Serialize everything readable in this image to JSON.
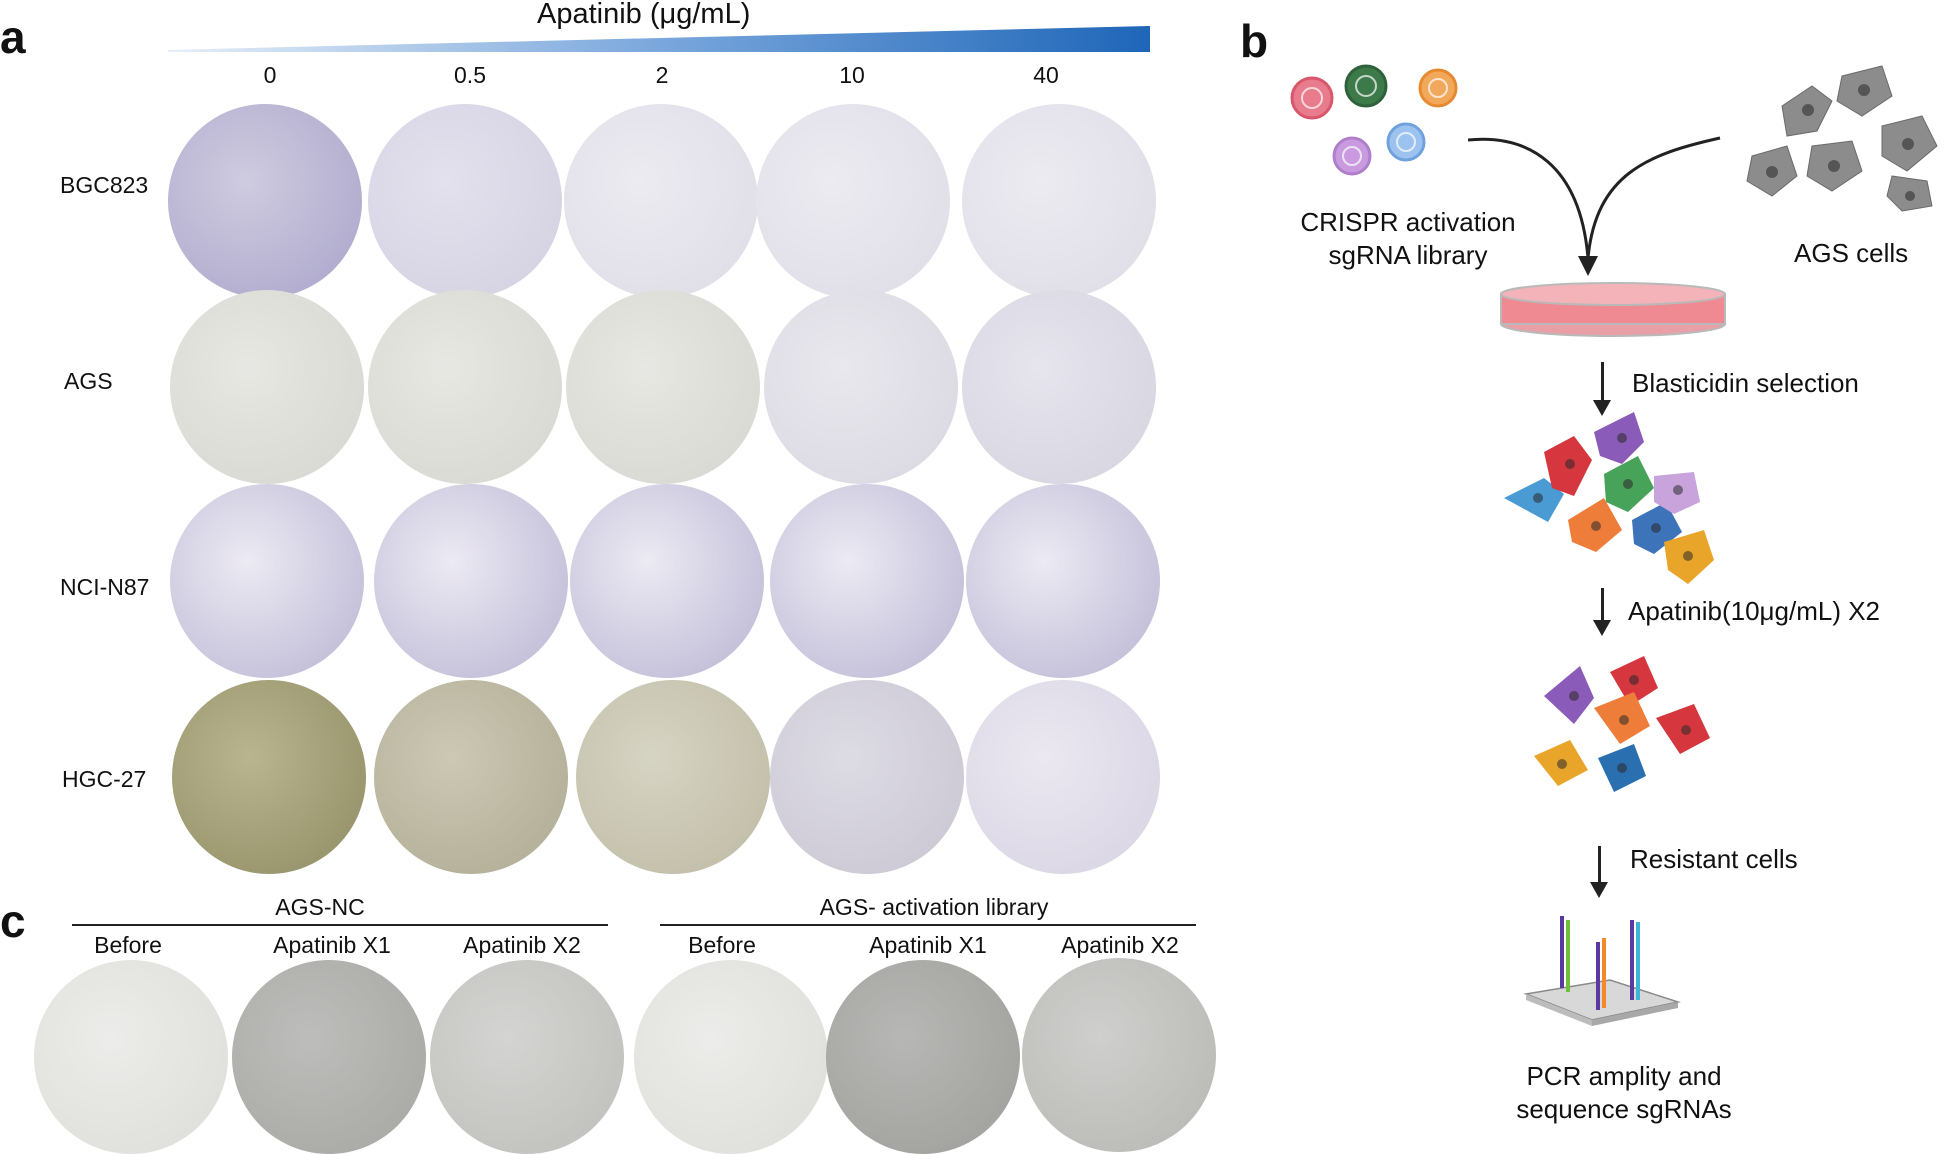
{
  "panel_a": {
    "letter": "a",
    "drug_label": "Apatinib (μg/mL)",
    "concentrations": [
      "0",
      "0.5",
      "2",
      "10",
      "40"
    ],
    "cell_lines": [
      "BGC823",
      "AGS",
      "NCI-N87",
      "HGC-27"
    ]
  },
  "panel_b": {
    "letter": "b",
    "library_label": "CRISPR activation\nsgRNA library",
    "cells_label": "AGS cells",
    "steps": [
      "Blasticidin selection",
      "Apatinib(10μg/mL) X2",
      "Resistant cells"
    ],
    "final_label": "PCR amplity and\nsequence sgRNAs"
  },
  "panel_c": {
    "letter": "c",
    "groups": [
      {
        "title": "AGS-NC",
        "conditions": [
          "Before",
          "Apatinib X1",
          "Apatinib X2"
        ]
      },
      {
        "title": "AGS- activation library",
        "conditions": [
          "Before",
          "Apatinib X1",
          "Apatinib X2"
        ]
      }
    ]
  },
  "colors": {
    "gradient_start": "#e6eef8",
    "gradient_end": "#1f66b8",
    "dish_pink": "#f08a92"
  }
}
